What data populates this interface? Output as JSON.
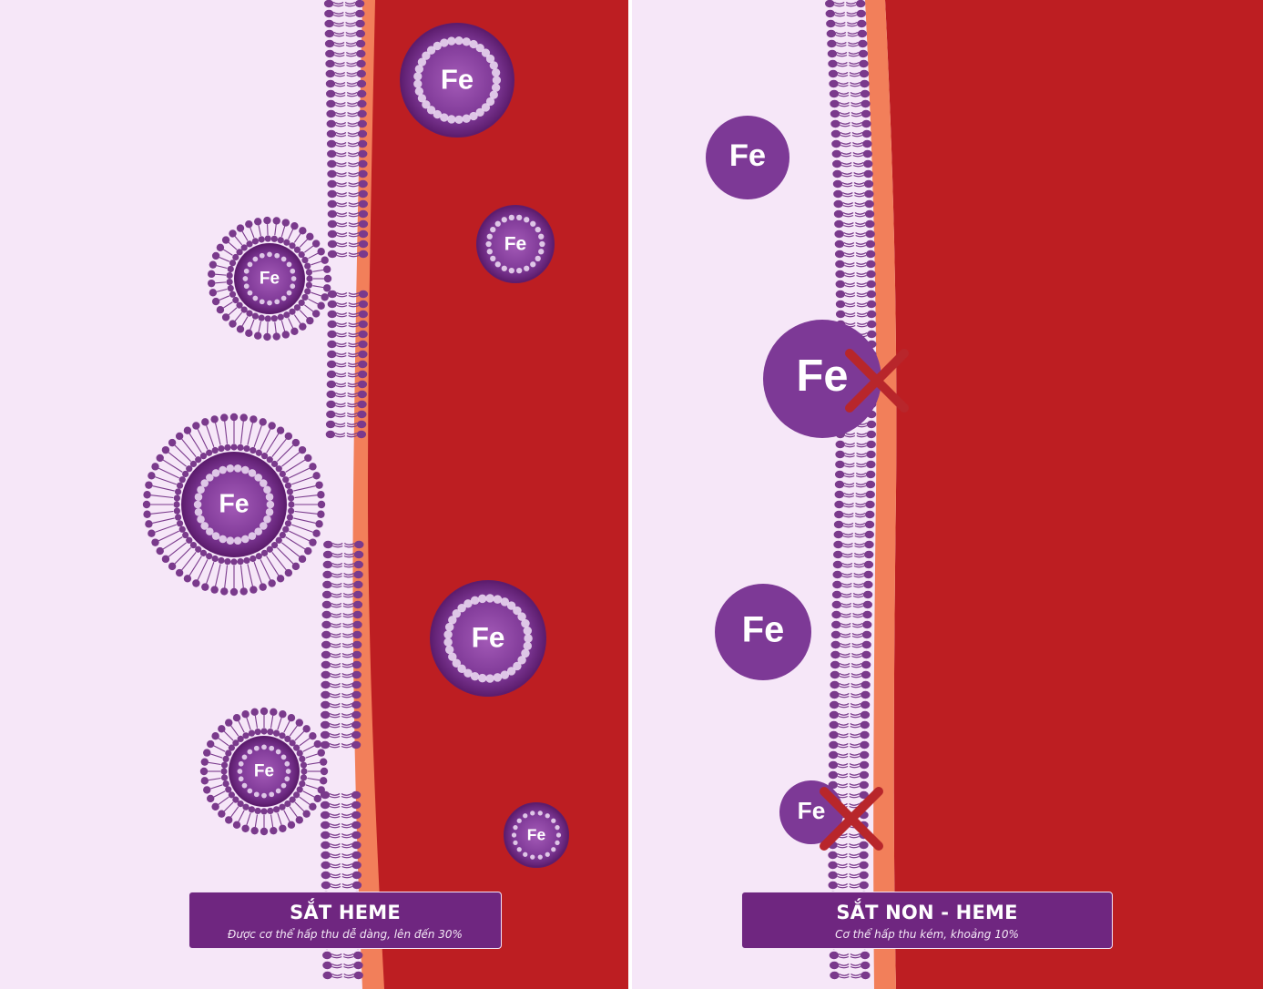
{
  "element_symbol": "Fe",
  "panels": {
    "heme": {
      "title": "SẮT HEME",
      "subtitle": "Được cơ thể hấp thu dễ dàng, lên đến 30%"
    },
    "non_heme": {
      "title": "SẮT NON - HEME",
      "subtitle": "Cơ thể hấp thu kém, khoảng 10%"
    }
  },
  "colors": {
    "cell_background": "#f6e7f8",
    "blood_vessel": "#bd1e22",
    "vessel_wall": "#f27f5a",
    "membrane_purple": "#7a3a8c",
    "particle_purple": "#7d3996",
    "particle_dark": "#5d1d6e",
    "block_cross": "#b8262b",
    "caption_background": "#6f2680"
  },
  "icons": [
    "iron-particle-icon",
    "liposome-iron-icon",
    "cross-block-icon"
  ]
}
